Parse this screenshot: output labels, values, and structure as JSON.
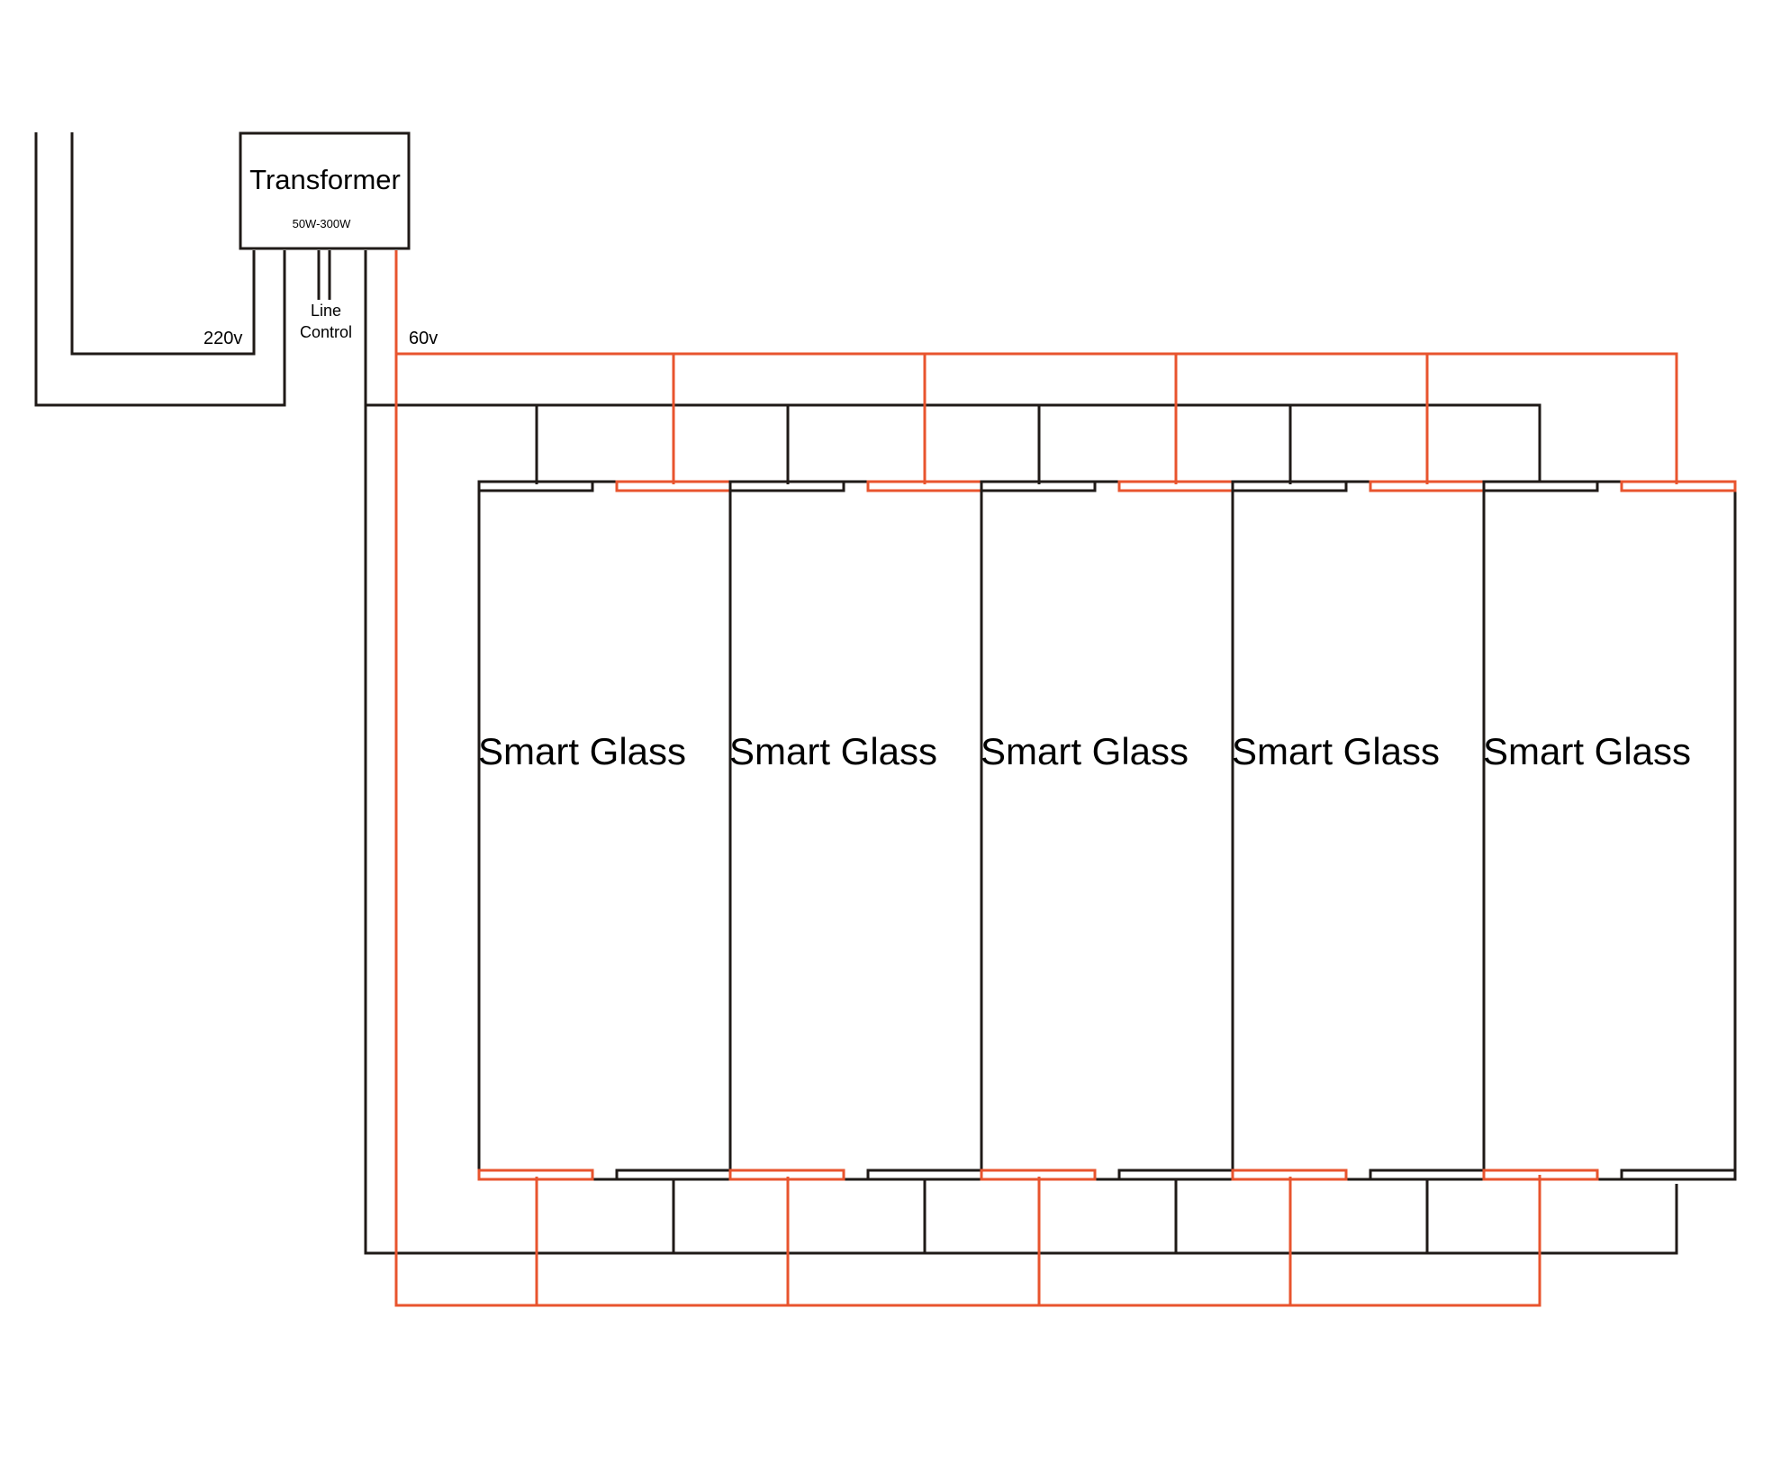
{
  "transformer": {
    "title": "Transformer",
    "rating": "50W-300W"
  },
  "labels": {
    "input_voltage": "220v",
    "line_control_1": "Line",
    "line_control_2": "Control",
    "output_voltage": "60v"
  },
  "panels": [
    {
      "label": "Smart Glass"
    },
    {
      "label": "Smart Glass"
    },
    {
      "label": "Smart Glass"
    },
    {
      "label": "Smart Glass"
    },
    {
      "label": "Smart Glass"
    }
  ],
  "colors": {
    "wire_black": "#1f1a17",
    "wire_red": "#e8542e",
    "background": "#ffffff"
  }
}
